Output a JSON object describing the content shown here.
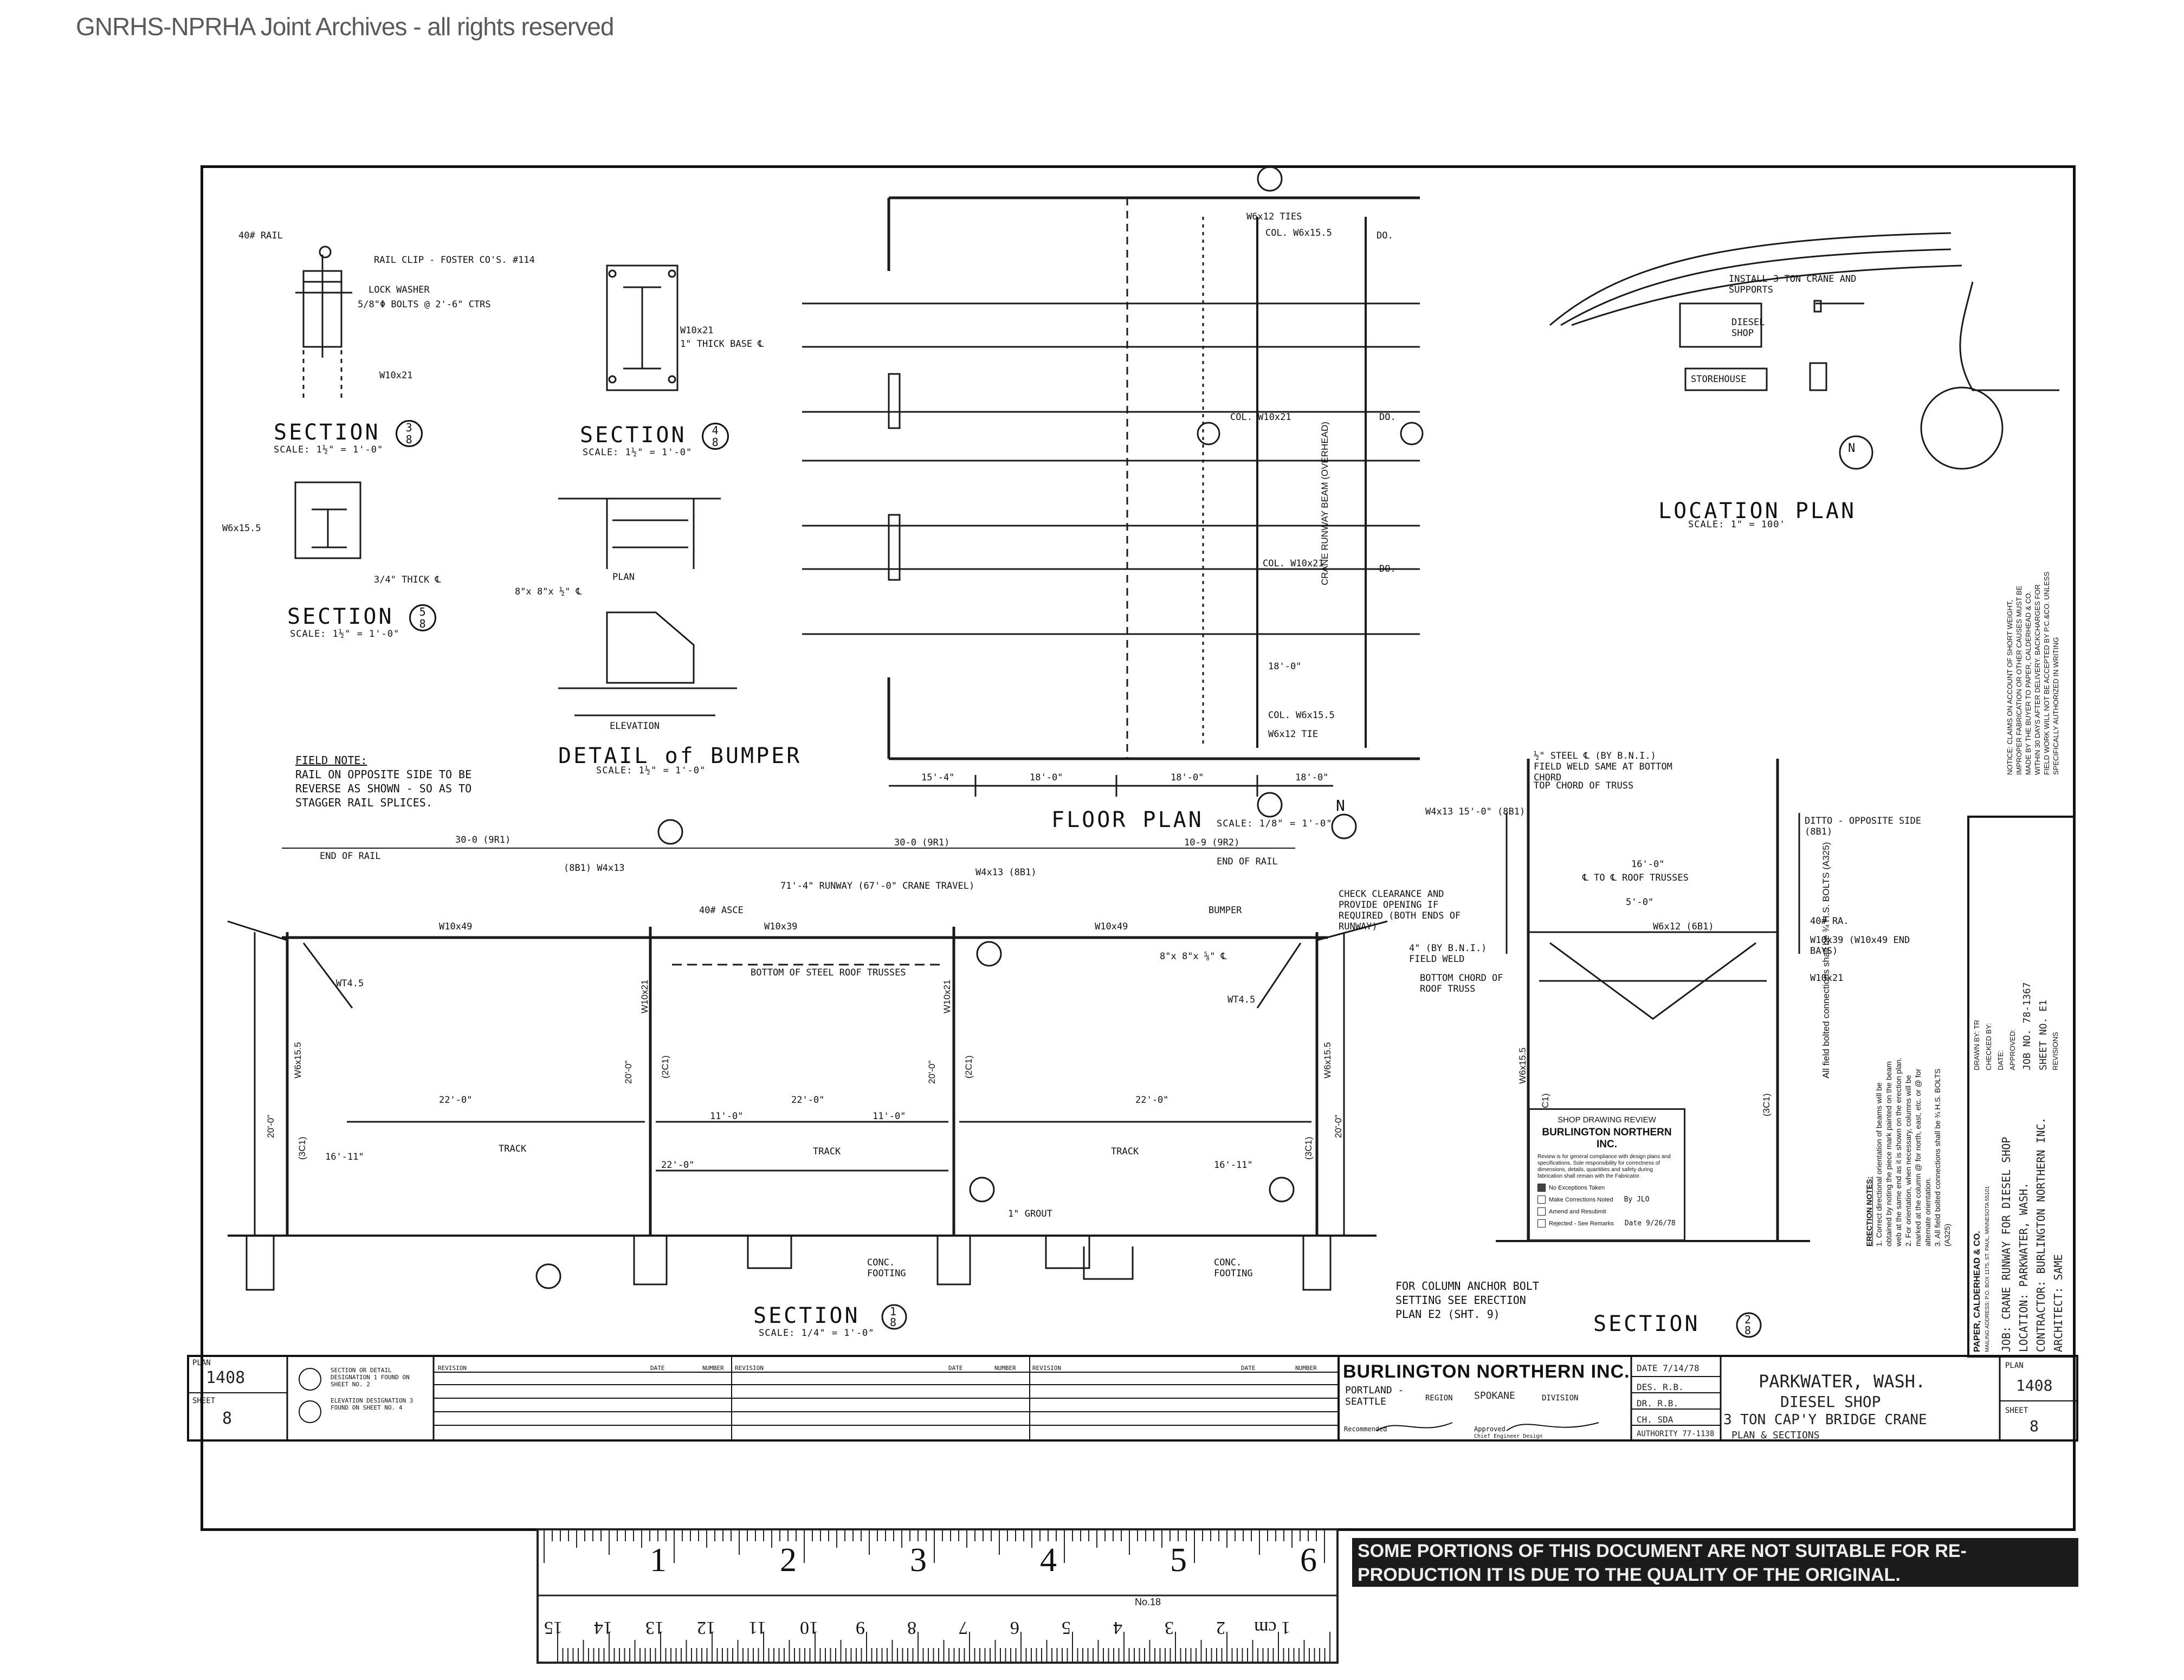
{
  "archive_watermark": "GNRHS-NPRHA Joint Archives - all rights reserved",
  "sections": {
    "s3": {
      "title": "SECTION",
      "num": "3",
      "sheet": "8",
      "scale": "SCALE: 1½\" = 1'-0\"",
      "rail": "40# RAIL",
      "clip": "RAIL CLIP - FOSTER CO'S. #114",
      "washer": "LOCK WASHER",
      "bolts": "5/8\"Φ BOLTS @ 2'-6\" CTRS",
      "beam": "W10x21"
    },
    "s4": {
      "title": "SECTION",
      "num": "4",
      "sheet": "8",
      "scale": "SCALE: 1½\" = 1'-0\"",
      "beam": "W10x21",
      "base": "1\" THICK BASE ℄"
    },
    "s5": {
      "title": "SECTION",
      "num": "5",
      "sheet": "8",
      "scale": "SCALE: 1½\" = 1'-0\"",
      "col": "W6x15.5",
      "thick": "3/4\" THICK ℄"
    },
    "bumper": {
      "title": "DETAIL of BUMPER",
      "scale": "SCALE: 1½\" = 1'-0\"",
      "plan": "PLAN",
      "elevation": "ELEVATION",
      "plate": "8\"x 8\"x ½\" ℄"
    }
  },
  "floor_plan": {
    "title": "FLOOR PLAN",
    "scale": "SCALE: 1/8\" = 1'-0\"",
    "dims": [
      "15'-4\"",
      "18'-0\"",
      "18'-0\"",
      "18'-0\"",
      "18'-0\""
    ],
    "runway": "CRANE RUNWAY BEAM (OVERHEAD)",
    "labels": [
      "W6x12 TIES",
      "COL. W6x15.5",
      "COL. W10x21",
      "COL. W10x21",
      "COL. W6x15.5",
      "W6x12 TIE",
      "DO.",
      "DO.",
      "DO."
    ]
  },
  "location_plan": {
    "title": "LOCATION PLAN",
    "scale": "SCALE: 1\" = 100'",
    "install": "INSTALL 3 TON CRANE AND SUPPORTS",
    "diesel_shop": "DIESEL SHOP",
    "storehouse": "STOREHOUSE"
  },
  "notice": "NOTICE: CLAIMS ON ACCOUNT OF SHORT WEIGHT, IMPROPER FABRICATION OR OTHER CAUSES MUST BE MADE BY THE BUYER TO PAPER, CALDERHEAD & CO. WITHIN 30 DAYS AFTER DELIVERY. BACKCHARGES FOR FIELD WORK WILL NOT BE ACCEPTED BY P.C.&CO. UNLESS SPECIFICALLY AUTHORIZED IN WRITING",
  "field_note": {
    "head": "FIELD NOTE:",
    "text": "RAIL ON OPPOSITE SIDE TO BE REVERSE AS SHOWN - SO AS TO STAGGER RAIL SPLICES."
  },
  "section1": {
    "title": "SECTION",
    "num": "1",
    "sheet": "8",
    "scale": "SCALE: 1/4\" = 1'-0\"",
    "top_dims": [
      "30-0 (9R1)",
      "30-0 (9R1)",
      "10-9 (9R2)"
    ],
    "end_rail_l": "END OF RAIL",
    "end_rail_r": "END OF RAIL",
    "w413_l": "(8B1) W4x13",
    "w413_r": "W4x13 (8B1)",
    "rail40": "40# ASCE",
    "runway": "71'-4\" RUNWAY (67'-0\" CRANE TRAVEL)",
    "beams": [
      "W10x49",
      "W10x39",
      "W10x49"
    ],
    "bottom": "BOTTOM OF STEEL ROOF TRUSSES",
    "check": "CHECK CLEARANCE AND PROVIDE OPENING IF REQUIRED (BOTH ENDS OF RUNWAY)",
    "bumper": "BUMPER",
    "plate": "8\"x 8\"x ⅝\" ℄",
    "wt": [
      "WT4.5",
      "WT4.5"
    ],
    "cols": [
      "(3C1)",
      "(2C1)",
      "(2C1)",
      "(3C1)"
    ],
    "colsize": [
      "W6x15.5",
      "W10x21",
      "W10x21",
      "W6x15.5"
    ],
    "heights": [
      "20'-0\"",
      "20'-0\"",
      "20'-0\"",
      "20'-0\""
    ],
    "tracks": [
      "TRACK",
      "TRACK",
      "TRACK"
    ],
    "spans": [
      "22'-0\"",
      "22'-0\"",
      "22'-0\"",
      "11'-0\"",
      "11'-0\"",
      "22'-0\""
    ],
    "small": [
      "16'-11\"",
      "16'-11\""
    ],
    "grout": "1\" GROUT",
    "footing_l": "CONC. FOOTING",
    "footing_r": "CONC. FOOTING",
    "anchor": "FOR COLUMN ANCHOR BOLT SETTING SEE ERECTION PLAN E2 (SHT. 9)"
  },
  "section2": {
    "title": "SECTION",
    "num": "2",
    "sheet": "8",
    "steel": "½\" STEEL ℄ (BY B.N.I.) FIELD WELD SAME AT BOTTOM CHORD",
    "top_chord": "TOP CHORD OF TRUSS",
    "w4": "W4x13 15'-0\" (8B1)",
    "ditto": "DITTO - OPPOSITE SIDE (8B1)",
    "span": "16'-0\"",
    "ct": "℄ TO ℄ ROOF TRUSSES",
    "half": "5'-0\"",
    "w612": "W6x12 (6B1)",
    "rail": "40# RA.",
    "w1039": "W10x39 (W10x49 END BAYS)",
    "w1021": "W10x21",
    "fw": "4\" (BY B.N.I.) FIELD WELD",
    "bottom": "BOTTOM CHORD OF ROOF TRUSS",
    "bolts": "All field bolted connections shall be ¾ H.S. BOLTS (A325)",
    "cols": [
      "(3C1)",
      "(3C1)"
    ],
    "colsize": "W6x15.5"
  },
  "stamp": {
    "head": "SHOP DRAWING REVIEW",
    "company": "BURLINGTON NORTHERN INC.",
    "text": "Review is for general compliance with design plans and specifications. Sole responsibility for correctness of dimensions, details, quantities and safety during fabrication shall remain with the Fabricator.",
    "opt1": "No Exceptions Taken",
    "opt2": "Make Corrections Noted",
    "opt3": "Amend and Resubmit",
    "opt4": "Rejected - See Remarks",
    "by": "By JLO",
    "date": "Date 9/26/78"
  },
  "erection_notes": {
    "head": "ERECTION NOTES:",
    "n1": "1. Correct directional orientation of beams will be obtained by noting the piece mark painted on the beam web at the same end as it is shown on the erection plan.",
    "n2": "2. For orientation, when necessary, columns will be marked at the column @ for north, east, etc. or @ for alternate orientation.",
    "n3": "3. All field bolted connections shall be ¾ H.S. BOLTS (A325)"
  },
  "fabricator": {
    "name": "PAPER, CALDERHEAD & CO.",
    "addr": "MAILING ADDRESS: P.O. BOX 1175, ST. PAUL, MINNESOTA 55101",
    "job": "JOB: CRANE RUNWAY FOR DIESEL SHOP",
    "location": "LOCATION: PARKWATER, WASH.",
    "contractor": "CONTRACTOR: BURLINGTON NORTHERN INC.",
    "architect": "ARCHITECT: SAME",
    "drawn": "DRAWN BY: TR",
    "checked": "CHECKED BY:",
    "date": "DATE:",
    "approved": "APPROVED:",
    "job_no": "JOB NO. 78-1367",
    "sheet_no": "SHEET NO. E1",
    "revisions": "REVISIONS"
  },
  "titleblock": {
    "plan_label": "PLAN",
    "plan": "1408",
    "sheet_label": "SHEET",
    "sheet": "8",
    "legend1": "SECTION OR DETAIL DESIGNATION 1 FOUND ON SHEET NO. 2",
    "legend2": "ELEVATION DESIGNATION 3 FOUND ON SHEET NO. 4",
    "revision": "REVISION",
    "date": "DATE",
    "number": "NUMBER",
    "company": "BURLINGTON NORTHERN INC.",
    "region": "PORTLAND - SEATTLE",
    "region_label": "REGION",
    "division_label": "DIVISION",
    "division": "SPOKANE",
    "recommended": "Recommended",
    "approved": "Approved",
    "chief": "Chief Engineer Design",
    "date_v": "DATE 7/14/78",
    "des": "DES. R.B.",
    "dr": "DR. R.B.",
    "ch": "CH. SDA",
    "authority": "AUTHORITY 77-1138",
    "t1": "PARKWATER, WASH.",
    "t2": "DIESEL SHOP",
    "t3": "3 TON CAP'Y BRIDGE CRANE",
    "t4": "PLAN & SECTIONS",
    "plan2": "1408",
    "sheet2": "8"
  },
  "ruler": {
    "top": [
      "1",
      "2",
      "3",
      "4",
      "5",
      "6"
    ],
    "bottom": [
      "1 cm",
      "2",
      "3",
      "4",
      "5",
      "6",
      "7",
      "8",
      "9",
      "10",
      "11",
      "12",
      "13",
      "14",
      "15"
    ],
    "brand": "No.18"
  },
  "warning": "SOME PORTIONS OF THIS DOCUMENT ARE NOT SUITABLE FOR RE- PRODUCTION IT IS DUE TO THE QUALITY OF THE ORIGINAL."
}
